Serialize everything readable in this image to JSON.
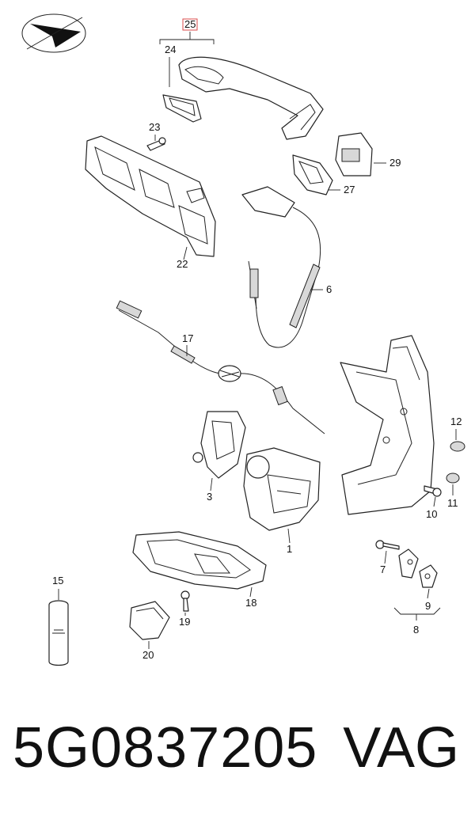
{
  "labels": {
    "p1": "1",
    "p3": "3",
    "p6": "6",
    "p7": "7",
    "p8": "8",
    "p9": "9",
    "p10": "10",
    "p11": "11",
    "p12": "12",
    "p15": "15",
    "p17": "17",
    "p18": "18",
    "p19": "19",
    "p20": "20",
    "p22": "22",
    "p23": "23",
    "p24": "24",
    "p25": "25",
    "p27": "27",
    "p29": "29"
  },
  "footer": {
    "part_number": "5G0837205",
    "brand": "VAG"
  },
  "colors": {
    "highlight_box": "#d94a4a",
    "line": "#222222"
  }
}
